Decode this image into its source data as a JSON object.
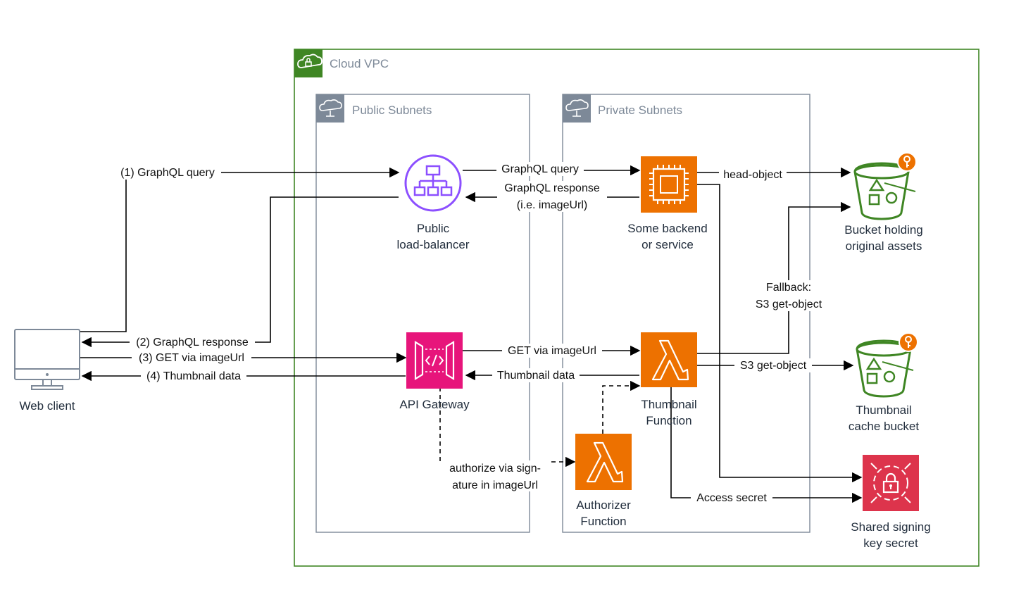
{
  "groups": {
    "vpc": "Cloud VPC",
    "public_subnets": "Public Subnets",
    "private_subnets": "Private Subnets"
  },
  "nodes": {
    "web_client": "Web client",
    "public_lb": [
      "Public",
      "load-balancer"
    ],
    "backend": [
      "Some backend",
      "or service"
    ],
    "bucket_original": [
      "Bucket holding",
      "original assets"
    ],
    "api_gateway": "API Gateway",
    "thumbnail_fn": [
      "Thumbnail",
      "Function"
    ],
    "thumbnail_bucket": [
      "Thumbnail",
      "cache bucket"
    ],
    "authorizer_fn": [
      "Authorizer",
      "Function"
    ],
    "signing_secret": [
      "Shared signing",
      "key secret"
    ]
  },
  "edges": {
    "graphql_query_client": "(1) GraphQL query",
    "graphql_response_client": "(2) GraphQL response",
    "get_via_imageurl_client": "(3) GET via imageUrl",
    "thumbnail_data_client": "(4) Thumbnail data",
    "graphql_query_backend": "GraphQL query",
    "graphql_response_backend": [
      "GraphQL response",
      "(i.e. imageUrl)"
    ],
    "head_object": "head-object",
    "get_via_imageurl_fn": "GET via imageUrl",
    "thumbnail_data_fn": "Thumbnail data",
    "fallback": [
      "Fallback:",
      "S3 get-object"
    ],
    "s3_get_object": "S3 get-object",
    "authorize": [
      "authorize via sign-",
      "ature in imageUrl"
    ],
    "access_secret": "Access secret"
  },
  "colors": {
    "vpc_border": "#3f8624",
    "subnet_border": "#7d8998",
    "lb": "#8c4fff",
    "compute": "#ed7100",
    "api_gateway": "#e7157b",
    "bucket": "#3f8624",
    "secret": "#dd344c"
  },
  "icons": {
    "vpc": "cloud-lock-icon",
    "subnet": "cloud-network-icon",
    "lb": "load-balancer-icon",
    "backend": "chip-icon",
    "lambda": "lambda-icon",
    "api": "api-gateway-icon",
    "bucket": "s3-bucket-icon",
    "secret": "secrets-manager-icon",
    "client": "monitor-icon"
  }
}
